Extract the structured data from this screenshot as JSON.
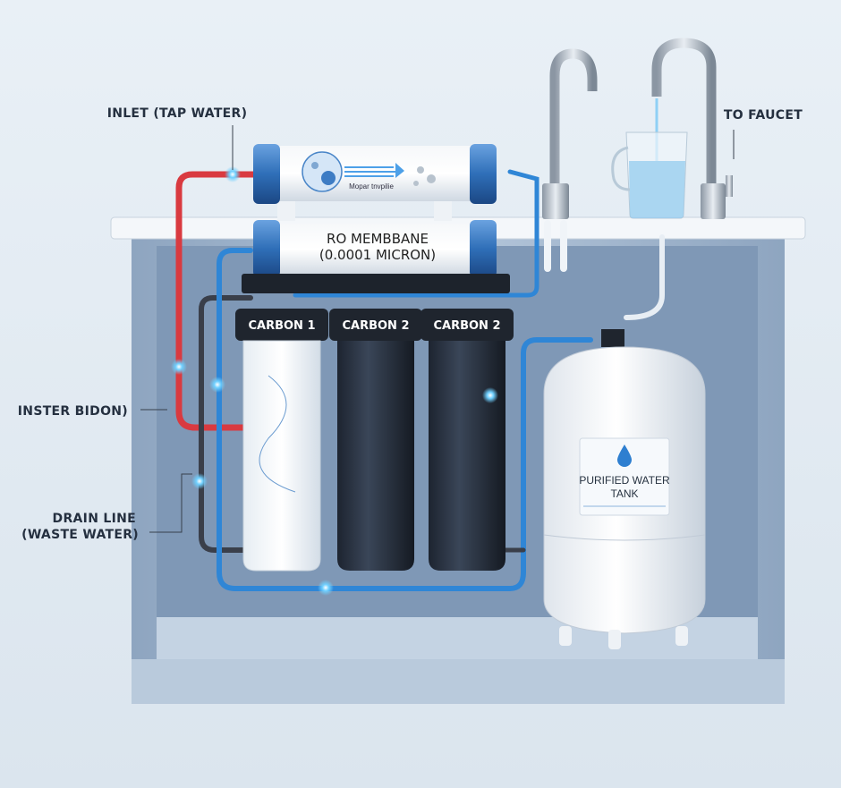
{
  "labels": {
    "inlet": "INLET (TAP WATER)",
    "to_faucet": "TO FAUCET",
    "inster_bidon": "INSTER BIDON)",
    "drain_line_1": "DRAIN LINE",
    "drain_line_2": "(WASTE WATER)"
  },
  "top_filter": {
    "caption": "Mopar tnvpilie"
  },
  "membrane": {
    "line1": "RO MEMBBANE",
    "line2": "(0.0001 MICRON)"
  },
  "filters": [
    {
      "label": "CARBON 1"
    },
    {
      "label": "CARBON 2"
    },
    {
      "label": "CARBON 2"
    }
  ],
  "tank": {
    "line1": "PURIFIED WATER",
    "line2": "TANK",
    "icon": "water-drop-icon"
  },
  "colors": {
    "inlet_pipe": "#d93a40",
    "clean_pipe": "#2f86d6",
    "drain_pipe": "#3a3f4a",
    "cabinet": "#a9bcd3",
    "accent_blue": "#2e6db4"
  }
}
